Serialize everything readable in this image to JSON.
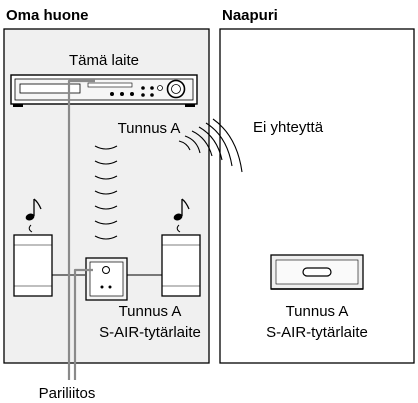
{
  "headers": {
    "left": "Oma huone",
    "right": "Naapuri"
  },
  "labels": {
    "this_unit": "Tämä laite",
    "id_main": "Tunnus A",
    "no_connection": "Ei yhteyttä",
    "id_left_receiver": "Tunnus A",
    "left_receiver_name": "S-AIR-tytärlaite",
    "id_right_receiver": "Tunnus A",
    "right_receiver_name": "S-AIR-tytärlaite",
    "pairing": "Pariliitos"
  },
  "colors": {
    "room_fill": "#f0f0f0",
    "panel_fill": "#ffffff",
    "device_fill": "#efefef",
    "line": "#000000",
    "lead_line": "#8a8a8a"
  }
}
